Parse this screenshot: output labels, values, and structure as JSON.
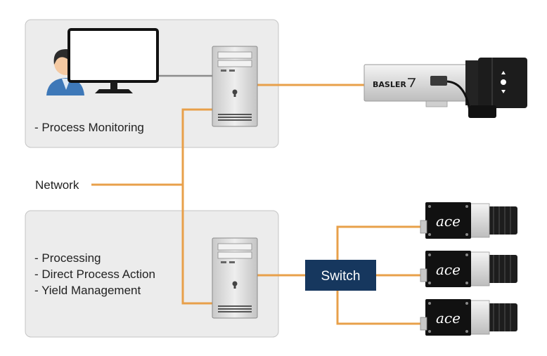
{
  "top_box": {
    "label": "- Process Monitoring"
  },
  "bottom_box": {
    "labels": [
      "- Processing",
      "- Direct Process Action",
      "- Yield Management"
    ]
  },
  "network_label": "Network",
  "switch_label": "Switch",
  "camera_brand": "BASLER",
  "camera_model_text": "ace",
  "colors": {
    "box_fill": "#ececec",
    "box_stroke": "#c4c4c4",
    "link": "#e8a04a",
    "switch_fill": "#16375e",
    "pc_fill": "#d9d9d9"
  }
}
